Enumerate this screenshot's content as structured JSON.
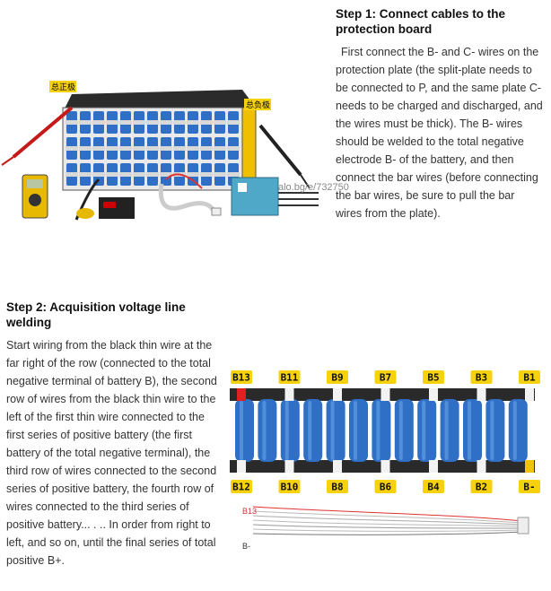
{
  "step1": {
    "heading": "Step 1: Connect cables to the protection board",
    "body": "First connect the B- and C- wires on the protection plate (the split-plate needs to be connected to P, and the same plate C- needs to be charged and discharged, and the wires must be thick). The B- wires should be welded to the total negative electrode B- of the battery, and then connect the bar wires (before connecting the bar wires, be sure to pull the bar wires from the plate)."
  },
  "step2": {
    "heading": "Step 2: Acquisition voltage line welding",
    "body": "Start wiring from the black thin wire at the far right of the row (connected to the total negative terminal of battery B), the second row of wires from the black thin wire to the left of the first thin wire connected to the first series of positive battery (the first battery of the total negative terminal), the third row of wires connected to the second series of positive battery, the fourth row of wires connected to the third series of positive battery... . .. In order from right to left, and so on, until the final series of total positive B+."
  },
  "photo1": {
    "pos_tag": "总正极",
    "neg_tag": "总负极",
    "watermark": "alo.bg/e/732750"
  },
  "diagram": {
    "top_labels": [
      "B13",
      "B11",
      "B9",
      "B7",
      "B5",
      "B3",
      "B1"
    ],
    "bottom_labels": [
      "B12",
      "B10",
      "B8",
      "B6",
      "B4",
      "B2",
      "B-"
    ],
    "cable_top": "B13",
    "cable_bottom": "B-"
  },
  "colors": {
    "cell_blue": "#2f6fc6",
    "label_bg": "#f5d20c",
    "hot_red": "#e02020",
    "neg_yellow": "#f2c300"
  }
}
